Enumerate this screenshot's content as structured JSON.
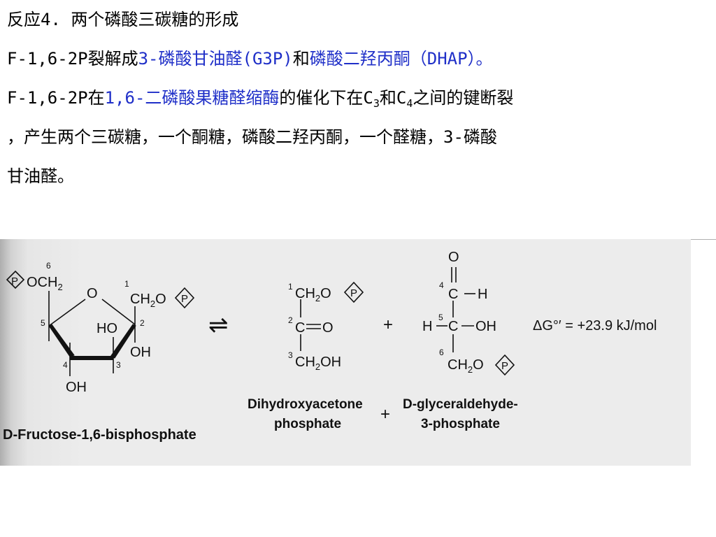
{
  "text": {
    "title": "反应4. 两个磷酸三碳糖的形成",
    "line2": {
      "prefix": "F-1,6-2P裂解成",
      "g3p": "3-磷酸甘油醛(G3P)",
      "and": "和",
      "dhap": "磷酸二羟丙酮（DHAP）。"
    },
    "line3": {
      "prefix": "F-1,6-2P在",
      "enzyme": "1,6-二磷酸果糖醛缩酶",
      "mid": "的催化下在C",
      "c3": "3",
      "and": "和C",
      "c4": "4",
      "tail": "之间的键断裂"
    },
    "line4": "，产生两个三碳糖，一个酮糖，磷酸二羟丙酮，一个醛糖，3-磷酸",
    "line5": "甘油醛。"
  },
  "diagram": {
    "fructose": {
      "name": "D-Fructose-1,6-bisphosphate",
      "p_left": "P",
      "och2": "OCH",
      "och2_sub": "2",
      "ring_o": "O",
      "ch2o": "CH",
      "ch2o_sub": "2",
      "ch2o_o": "O",
      "p_right": "P",
      "ho": "HO",
      "oh_c2": "OH",
      "oh_c4": "OH",
      "num6": "6",
      "num5": "5",
      "num4": "4",
      "num3": "3",
      "num2": "2",
      "num1": "1"
    },
    "arrow": "⇌",
    "dhap": {
      "line1": "CH",
      "line1_sub": "2",
      "line1_o": "O",
      "p": "P",
      "line2_c": "C",
      "line2_o": "O",
      "line3": "CH",
      "line3_sub": "2",
      "line3_oh": "OH",
      "num1": "1",
      "num2": "2",
      "num3": "3",
      "label1": "Dihydroxyacetone",
      "label2": "phosphate"
    },
    "plus_top": "+",
    "plus_bottom": "+",
    "g3p": {
      "o_top": "O",
      "c4": "C",
      "h4": "H",
      "h5": "H",
      "c5": "C",
      "oh5": "OH",
      "ch2": "CH",
      "ch2_sub": "2",
      "ch2_o": "O",
      "p": "P",
      "num4": "4",
      "num5": "5",
      "num6": "6",
      "label1": "D-glyceraldehyde-",
      "label2": "3-phosphate"
    },
    "delta_g": "ΔG°′ = +23.9 kJ/mol"
  }
}
